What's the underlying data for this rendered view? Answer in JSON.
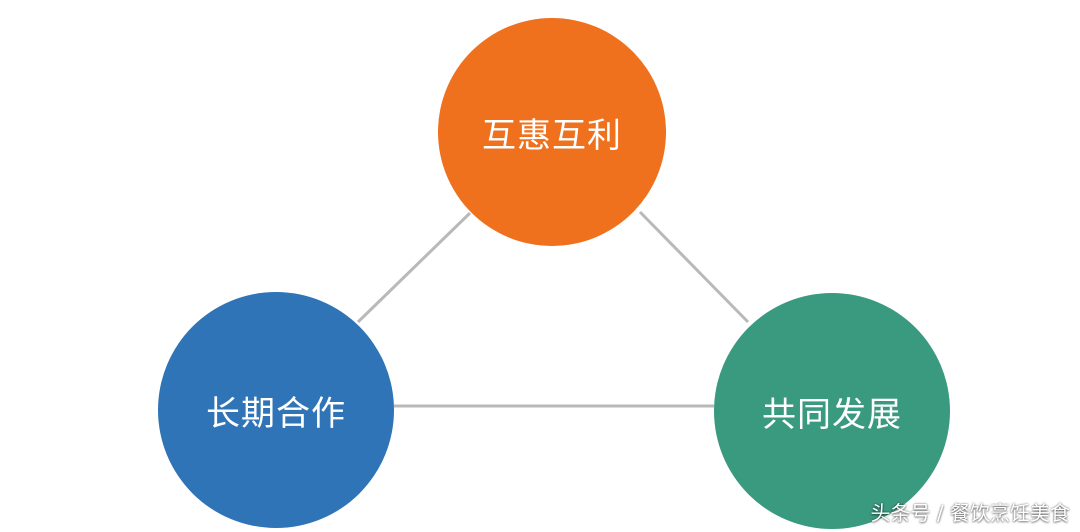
{
  "diagram": {
    "nodes": [
      {
        "id": "top",
        "label": "互惠互利",
        "color": "#ef701d"
      },
      {
        "id": "left",
        "label": "长期合作",
        "color": "#2f74b6"
      },
      {
        "id": "right",
        "label": "共同发展",
        "color": "#3a9a7f"
      }
    ],
    "connector_color": "#b9b9b9"
  },
  "watermark": {
    "text": "头条号 / 餐饮烹饪美食"
  }
}
